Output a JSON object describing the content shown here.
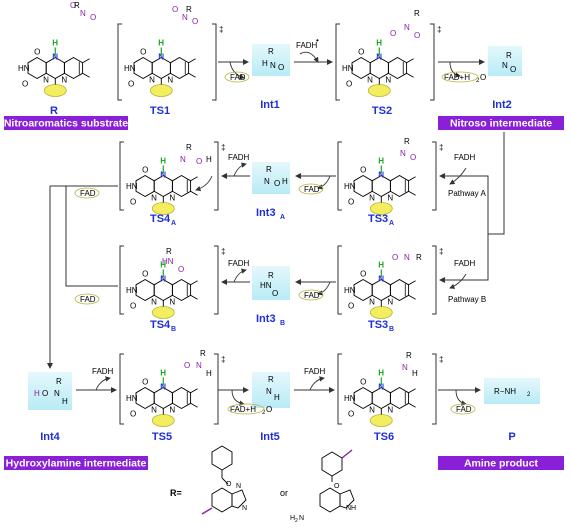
{
  "labels": {
    "R": "R",
    "TS1": "TS1",
    "Int1": "Int1",
    "TS2": "TS2",
    "Int2": "Int2",
    "TS3A": "TS3",
    "TS3A_sub": "A",
    "Int3A": "Int3",
    "Int3A_sub": "A",
    "TS4A": "TS4",
    "TS4A_sub": "A",
    "TS3B": "TS3",
    "TS3B_sub": "B",
    "Int3B": "Int3",
    "Int3B_sub": "B",
    "TS4B": "TS4",
    "TS4B_sub": "B",
    "Int4": "Int4",
    "TS5": "TS5",
    "Int5": "Int5",
    "TS6": "TS6",
    "P": "P"
  },
  "banners": {
    "nitroaromatics": "Nitroaromatics substrate",
    "nitroso": "Nitroso intermediate",
    "hydroxylamine": "Hydroxylamine intermediate",
    "amine": "Amine product"
  },
  "reagents": {
    "fadh": "FADH",
    "fad": "FAD",
    "fad_h2o": "FAD+H",
    "h2o_tail": "O",
    "pathway_a": "Pathway A",
    "pathway_b": "Pathway B",
    "dagger": "‡"
  },
  "substituent": {
    "r_eq": "R=",
    "or": "or",
    "h2n": "H",
    "h2n_tail": "N",
    "o": "O",
    "n": "N",
    "nh": "NH"
  },
  "molecule_text": {
    "R": "R",
    "N": "N",
    "O": "O",
    "H": "H",
    "HN": "HN",
    "plus": "+",
    "minus": "−",
    "dot": "•",
    "nh2": "R−NH",
    "nh2_sub": "2"
  },
  "colors": {
    "banner": "#8a1fd8",
    "label": "#1f2fd6",
    "h_bond": "#19a51c",
    "substrate": "#8a1ea8",
    "box_fill": "#cdf1f8",
    "ellipse": "#f2ee60",
    "ellipse_stroke": "#b9b33a"
  }
}
